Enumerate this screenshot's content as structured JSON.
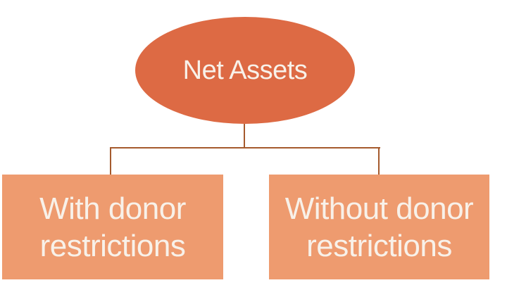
{
  "diagram": {
    "type": "org-chart",
    "root": {
      "label": "Net Assets",
      "shape": "ellipse"
    },
    "children": [
      {
        "label": "With donor restrictions",
        "line1": "With donor",
        "line2": "restrictions",
        "shape": "rectangle"
      },
      {
        "label": "Without donor restrictions",
        "line1": "Without donor",
        "line2": "restrictions",
        "shape": "rectangle"
      }
    ],
    "colors": {
      "root_fill": "#dd6a44",
      "child_fill": "#ee9b6f",
      "connector": "#a55a2d",
      "text": "#f8f1e9",
      "background": "#ffffff"
    }
  }
}
